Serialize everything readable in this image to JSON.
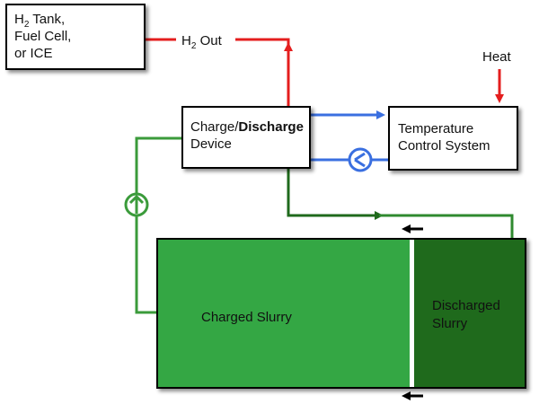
{
  "tank": {
    "line1_main": "H",
    "line1_sub": "2",
    "line1_rest": " Tank,",
    "line2": "Fuel Cell,",
    "line3": "or ICE"
  },
  "h2_out": {
    "main": "H",
    "sub": "2",
    "rest": " Out"
  },
  "heat": "Heat",
  "device": {
    "line1_normal": "Charge/",
    "line1_bold": "Discharge",
    "line2": "Device"
  },
  "temperature_control": {
    "line1": "Temperature",
    "line2": "Control System"
  },
  "slurry": {
    "charged": "Charged Slurry",
    "discharged_line1": "Discharged",
    "discharged_line2": "Slurry"
  },
  "colors": {
    "hydrogen_flow": "#e41e1e",
    "heat_flow": "#3a6fe0",
    "slurry_flow": "#2f8a2f",
    "charged_slurry": "#34a744",
    "discharged_slurry": "#1f6a1c"
  }
}
